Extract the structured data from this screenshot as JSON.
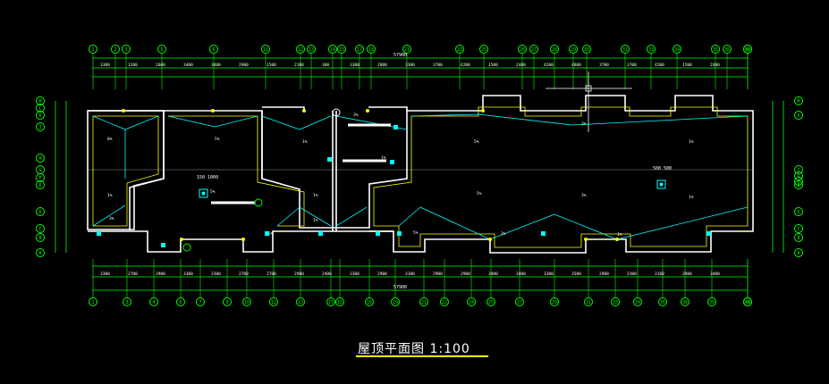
{
  "drawing": {
    "title": "屋顶平面图 1:100",
    "top_axes": [
      "1",
      "2",
      "3",
      "5",
      "6",
      "11",
      "12",
      "13",
      "14",
      "15",
      "17",
      "18",
      "21",
      "23",
      "25",
      "26",
      "27",
      "28",
      "29",
      "30",
      "31",
      "33",
      "34",
      "35",
      "36",
      "39",
      "40"
    ],
    "bottom_axes": [
      "1",
      "3",
      "4",
      "6",
      "7",
      "9",
      "10",
      "12",
      "13",
      "15",
      "15",
      "16",
      "19",
      "21",
      "22",
      "24",
      "25",
      "27",
      "29",
      "31",
      "33",
      "34",
      "36",
      "38",
      "39",
      "40",
      "41"
    ],
    "left_axes": [
      "M",
      "L",
      "K",
      "J",
      "H",
      "G",
      "F",
      "E",
      "D",
      "C",
      "B",
      "A"
    ],
    "right_axes": [
      "M",
      "X",
      "C",
      "G",
      "F",
      "E",
      "D",
      "C",
      "B",
      "A"
    ],
    "top_dims": [
      "3300",
      "1200",
      "2600",
      "3400",
      "3400",
      "2900",
      "1500",
      "2100",
      "300",
      "3300",
      "2800",
      "3300",
      "3700",
      "4200",
      "1500",
      "2400",
      "4200",
      "4800",
      "3700",
      "3700",
      "4200",
      "1500",
      "2400"
    ],
    "top_total": "57900",
    "bottom_dims": [
      "3300",
      "2700",
      "2900",
      "3300",
      "3300",
      "2700",
      "2700",
      "2900",
      "2400",
      "3300",
      "2900",
      "3100",
      "2900",
      "2900",
      "3400",
      "3400",
      "3300",
      "3500",
      "2900",
      "2300",
      "3100",
      "2900",
      "3400"
    ],
    "bottom_total": "57900",
    "room_labels": [
      "8%",
      "5%",
      "1%",
      "3%",
      "1%",
      "5%",
      "1%",
      "1%",
      "5%",
      "3%",
      "1%",
      "5%",
      "3%",
      "1%",
      "5%",
      "3%",
      "1%",
      "5%",
      "1%",
      "3%"
    ],
    "drain_labels": [
      "150 1000",
      "500 500"
    ]
  },
  "colors": {
    "wall": "#ffffff",
    "axis": "#00ff00",
    "slope": "#00ffff",
    "accent": "#ffff00",
    "red": "#ff0000",
    "magenta": "#ff00ff"
  }
}
